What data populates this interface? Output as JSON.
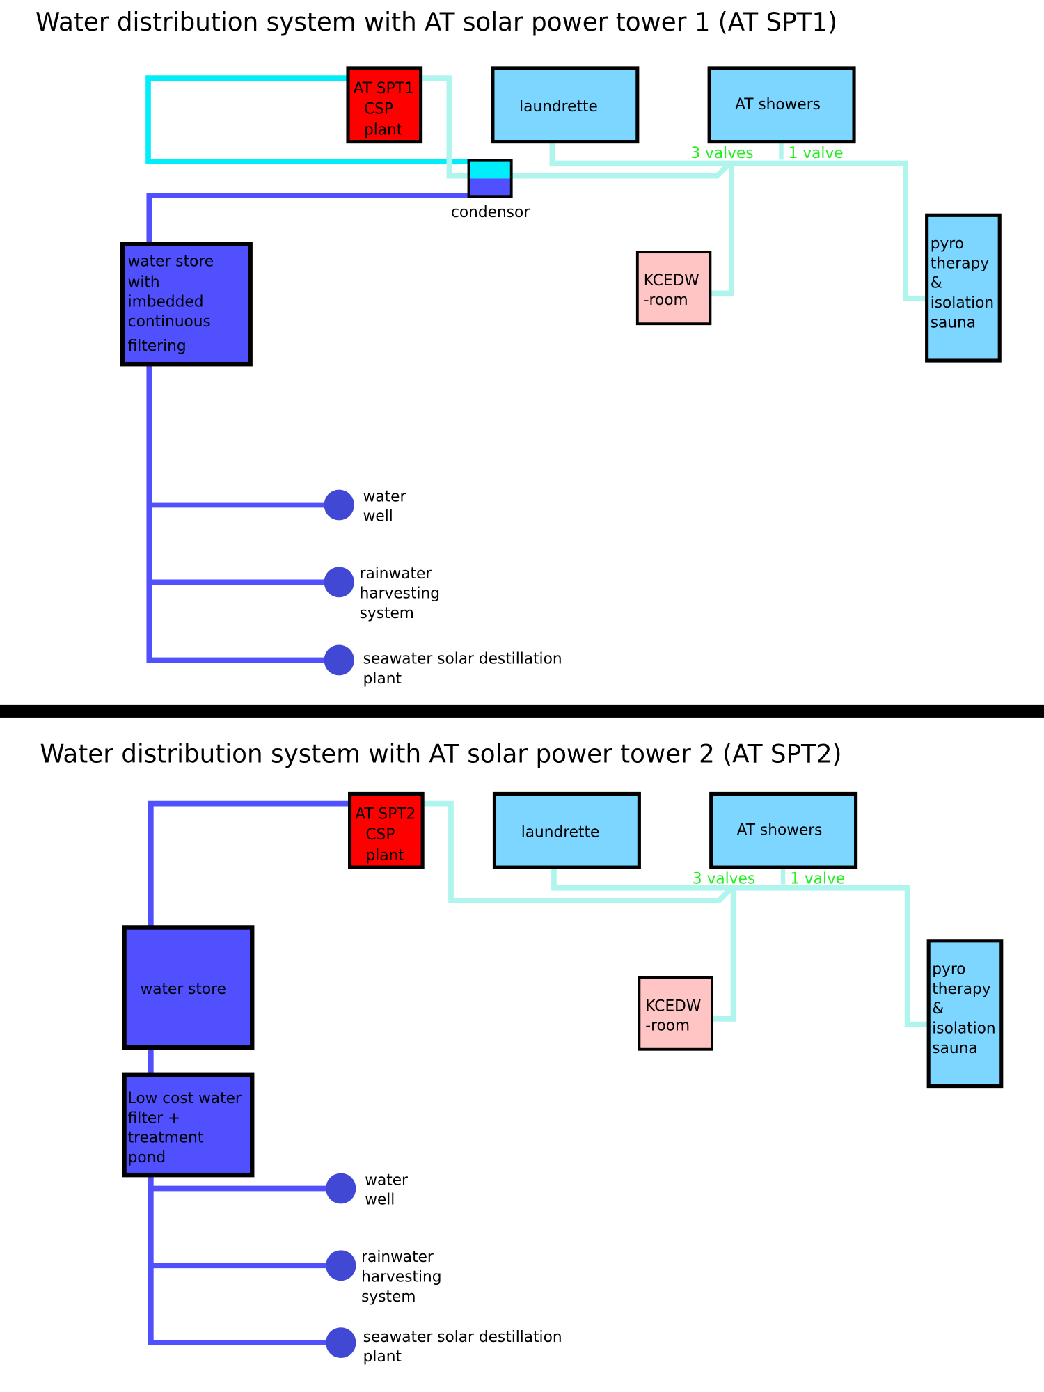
{
  "colors": {
    "hot": "#00eefa",
    "cold": "#5050ff",
    "warm": "#aff5ee",
    "plant": "#ff0000",
    "facility": "#7dd6ff",
    "kcedw": "#ffc4c4",
    "source": "#4048d4",
    "valve": "#22ee22"
  },
  "d1": {
    "title": "Water distribution system with AT solar power tower 1 (AT SPT1)",
    "csp": [
      "AT SPT1",
      "CSP",
      "plant"
    ],
    "laundrette": "laundrette",
    "showers": "AT showers",
    "valves3": "3 valves",
    "valve1": "1 valve",
    "condensor": "condensor",
    "store": [
      "water store",
      "with",
      "imbedded",
      "continuous",
      "filtering"
    ],
    "kcedw": [
      "KCEDW",
      "-room"
    ],
    "sauna": [
      "pyro",
      "therapy",
      "&",
      "isolation",
      "sauna"
    ],
    "well": [
      "water",
      "well"
    ],
    "rain": [
      "rainwater",
      "harvesting",
      "system"
    ],
    "sea": [
      "seawater solar destillation",
      "plant"
    ]
  },
  "d2": {
    "title": "Water distribution system  with AT solar power tower 2 (AT SPT2)",
    "csp": [
      "AT SPT2",
      "CSP",
      "plant"
    ],
    "laundrette": "laundrette",
    "showers": "AT showers",
    "valves3": "3 valves",
    "valve1": "1 valve",
    "store": "water store",
    "filter": [
      "Low cost water",
      "filter +",
      "treatment",
      "pond"
    ],
    "kcedw": [
      "KCEDW",
      "-room"
    ],
    "sauna": [
      "pyro",
      "therapy",
      "&",
      "isolation",
      "sauna"
    ],
    "well": [
      "water",
      "well"
    ],
    "rain": [
      "rainwater",
      "harvesting",
      "system"
    ],
    "sea": [
      "seawater solar destillation",
      "plant"
    ]
  }
}
